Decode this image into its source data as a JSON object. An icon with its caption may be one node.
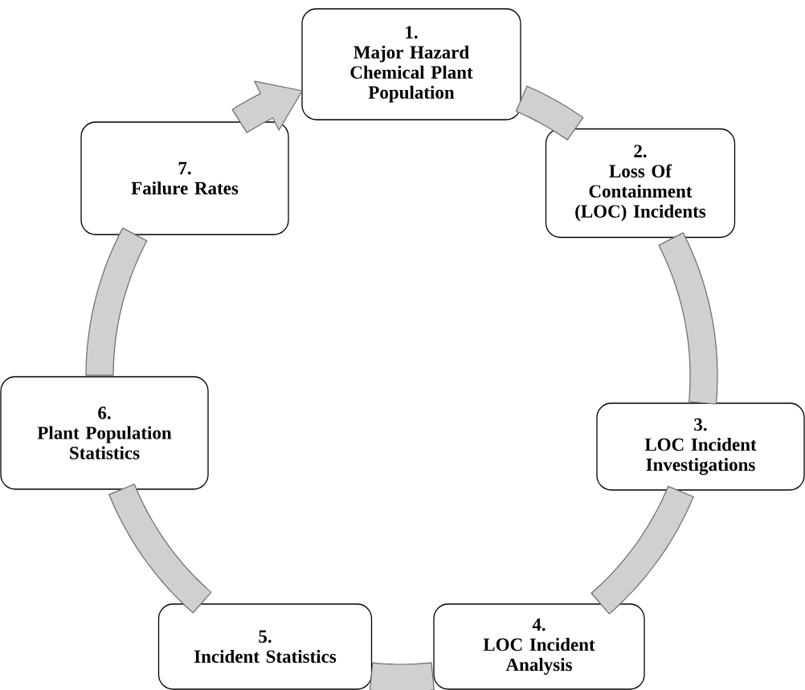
{
  "diagram": {
    "nodes": [
      {
        "text": [
          "1.",
          "Major Hazard Chemical Plant Population"
        ]
      },
      {
        "text": [
          "2.",
          "Loss Of Containment (LOC) Incidents"
        ]
      },
      {
        "text": [
          "3.",
          "LOC Incident Investigations"
        ]
      },
      {
        "text": [
          "4.",
          "LOC Incident Analysis"
        ]
      },
      {
        "text": [
          "5.",
          "Incident Statistics"
        ]
      },
      {
        "text": [
          "6.",
          "Plant Population Statistics"
        ]
      },
      {
        "text": [
          "7.",
          "Failure Rates"
        ]
      }
    ],
    "edges": [
      {
        "from": 0,
        "to": 1,
        "arrow": "none"
      },
      {
        "from": 1,
        "to": 2,
        "arrow": "none"
      },
      {
        "from": 2,
        "to": 3,
        "arrow": "none"
      },
      {
        "from": 3,
        "to": 4,
        "arrow": "none"
      },
      {
        "from": 4,
        "to": 5,
        "arrow": "none"
      },
      {
        "from": 5,
        "to": 6,
        "arrow": "none"
      },
      {
        "from": 6,
        "to": 0,
        "arrow": "to"
      }
    ]
  }
}
